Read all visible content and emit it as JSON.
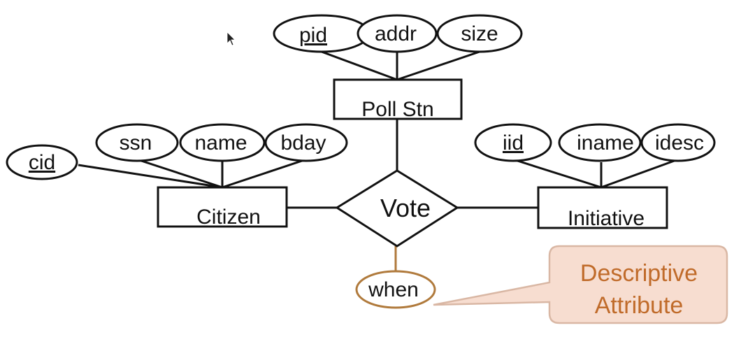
{
  "colors": {
    "ink": "#111111",
    "descriptive_edge": "#b07a3c",
    "callout_fill": "#f7ddd0",
    "callout_stroke": "#d9b7a4",
    "callout_text": "#c06b2a"
  },
  "entities": {
    "poll_stn": "Poll Stn",
    "citizen": "Citizen",
    "initiative": "Initiative"
  },
  "relationship": {
    "vote": "Vote"
  },
  "attributes": {
    "pid": "pid",
    "addr": "addr",
    "size": "size",
    "cid": "cid",
    "ssn": "ssn",
    "name": "name",
    "bday": "bday",
    "iid": "iid",
    "iname": "iname",
    "idesc": "idesc",
    "when": "when"
  },
  "callout": {
    "line1": "Descriptive",
    "line2": "Attribute"
  },
  "cursor_icon": "arrow-cursor-icon"
}
